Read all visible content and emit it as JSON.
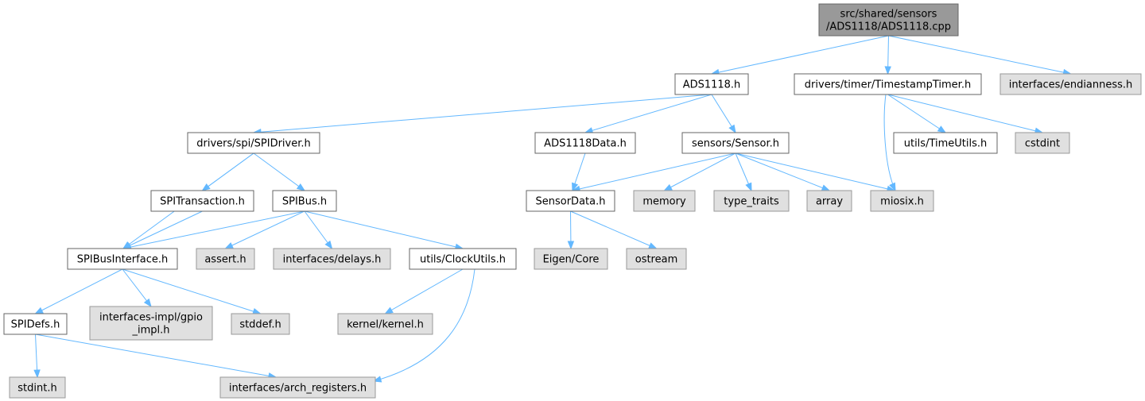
{
  "colors": {
    "edge": "#63b8ff",
    "root_fill": "#999999",
    "file_fill": "#ffffff",
    "ext_fill": "#e0e0e0",
    "border_dark": "#666666",
    "border_light": "#999999"
  },
  "nodes": [
    {
      "id": "root",
      "kind": "root",
      "lines": [
        "src/shared/sensors",
        "/ADS1118/ADS1118.cpp"
      ]
    },
    {
      "id": "ads1118_h",
      "kind": "file",
      "lines": [
        "ADS1118.h"
      ]
    },
    {
      "id": "timestamp_timer",
      "kind": "file",
      "lines": [
        "drivers/timer/TimestampTimer.h"
      ]
    },
    {
      "id": "endianness",
      "kind": "ext",
      "lines": [
        "interfaces/endianness.h"
      ]
    },
    {
      "id": "spi_driver",
      "kind": "file",
      "lines": [
        "drivers/spi/SPIDriver.h"
      ]
    },
    {
      "id": "ads1118_data",
      "kind": "file",
      "lines": [
        "ADS1118Data.h"
      ]
    },
    {
      "id": "sensor_h",
      "kind": "file",
      "lines": [
        "sensors/Sensor.h"
      ]
    },
    {
      "id": "time_utils",
      "kind": "file",
      "lines": [
        "utils/TimeUtils.h"
      ]
    },
    {
      "id": "cstdint",
      "kind": "ext",
      "lines": [
        "cstdint"
      ]
    },
    {
      "id": "spi_transaction",
      "kind": "file",
      "lines": [
        "SPITransaction.h"
      ]
    },
    {
      "id": "spi_bus",
      "kind": "file",
      "lines": [
        "SPIBus.h"
      ]
    },
    {
      "id": "sensor_data",
      "kind": "file",
      "lines": [
        "SensorData.h"
      ]
    },
    {
      "id": "memory",
      "kind": "ext",
      "lines": [
        "memory"
      ]
    },
    {
      "id": "type_traits",
      "kind": "ext",
      "lines": [
        "type_traits"
      ]
    },
    {
      "id": "array",
      "kind": "ext",
      "lines": [
        "array"
      ]
    },
    {
      "id": "miosix",
      "kind": "ext",
      "lines": [
        "miosix.h"
      ]
    },
    {
      "id": "spi_bus_interface",
      "kind": "file",
      "lines": [
        "SPIBusInterface.h"
      ]
    },
    {
      "id": "assert_h",
      "kind": "ext",
      "lines": [
        "assert.h"
      ]
    },
    {
      "id": "delays",
      "kind": "ext",
      "lines": [
        "interfaces/delays.h"
      ]
    },
    {
      "id": "clock_utils",
      "kind": "file",
      "lines": [
        "utils/ClockUtils.h"
      ]
    },
    {
      "id": "eigen_core",
      "kind": "ext",
      "lines": [
        "Eigen/Core"
      ]
    },
    {
      "id": "ostream",
      "kind": "ext",
      "lines": [
        "ostream"
      ]
    },
    {
      "id": "spi_defs",
      "kind": "file",
      "lines": [
        "SPIDefs.h"
      ]
    },
    {
      "id": "gpio_impl",
      "kind": "ext",
      "lines": [
        "interfaces-impl/gpio",
        "_impl.h"
      ]
    },
    {
      "id": "stddef",
      "kind": "ext",
      "lines": [
        "stddef.h"
      ]
    },
    {
      "id": "kernel",
      "kind": "ext",
      "lines": [
        "kernel/kernel.h"
      ]
    },
    {
      "id": "stdint",
      "kind": "ext",
      "lines": [
        "stdint.h"
      ]
    },
    {
      "id": "arch_registers",
      "kind": "ext",
      "lines": [
        "interfaces/arch_registers.h"
      ]
    }
  ],
  "edges": [
    {
      "from": "root",
      "to": "ads1118_h"
    },
    {
      "from": "root",
      "to": "timestamp_timer"
    },
    {
      "from": "root",
      "to": "endianness"
    },
    {
      "from": "ads1118_h",
      "to": "spi_driver"
    },
    {
      "from": "ads1118_h",
      "to": "ads1118_data"
    },
    {
      "from": "ads1118_h",
      "to": "sensor_h"
    },
    {
      "from": "timestamp_timer",
      "to": "time_utils"
    },
    {
      "from": "timestamp_timer",
      "to": "cstdint"
    },
    {
      "from": "timestamp_timer",
      "to": "miosix"
    },
    {
      "from": "spi_driver",
      "to": "spi_transaction"
    },
    {
      "from": "spi_driver",
      "to": "spi_bus"
    },
    {
      "from": "spi_driver",
      "to": "spi_bus_interface"
    },
    {
      "from": "ads1118_data",
      "to": "sensor_data"
    },
    {
      "from": "sensor_h",
      "to": "sensor_data"
    },
    {
      "from": "sensor_h",
      "to": "memory"
    },
    {
      "from": "sensor_h",
      "to": "type_traits"
    },
    {
      "from": "sensor_h",
      "to": "array"
    },
    {
      "from": "sensor_h",
      "to": "miosix"
    },
    {
      "from": "spi_transaction",
      "to": "spi_bus_interface"
    },
    {
      "from": "spi_bus",
      "to": "spi_bus_interface"
    },
    {
      "from": "spi_bus",
      "to": "assert_h"
    },
    {
      "from": "spi_bus",
      "to": "delays"
    },
    {
      "from": "spi_bus",
      "to": "clock_utils"
    },
    {
      "from": "sensor_data",
      "to": "eigen_core"
    },
    {
      "from": "sensor_data",
      "to": "ostream"
    },
    {
      "from": "spi_bus_interface",
      "to": "spi_defs"
    },
    {
      "from": "spi_bus_interface",
      "to": "gpio_impl"
    },
    {
      "from": "spi_bus_interface",
      "to": "stddef"
    },
    {
      "from": "clock_utils",
      "to": "kernel"
    },
    {
      "from": "clock_utils",
      "to": "arch_registers"
    },
    {
      "from": "spi_defs",
      "to": "stdint"
    },
    {
      "from": "spi_defs",
      "to": "arch_registers"
    }
  ]
}
